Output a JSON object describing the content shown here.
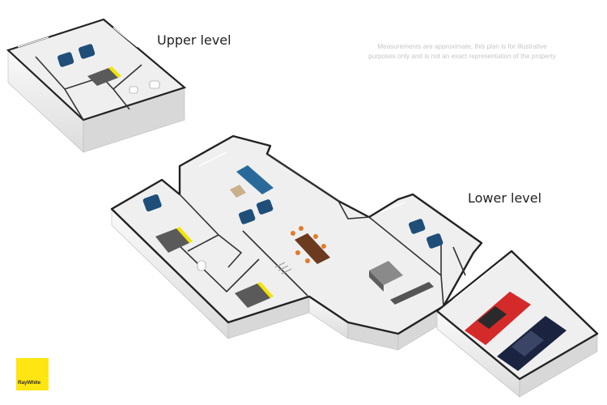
{
  "labels": {
    "upper_level": "Upper level",
    "lower_level": "Lower level"
  },
  "disclaimer": {
    "line1": "Measurements are approximate, this plan is for illustrative",
    "line2": "purposes only and is not an exact representation of the property"
  },
  "brand": {
    "name": "RayWhite",
    "color": "#ffe512"
  },
  "colors": {
    "wall": "#222222",
    "floor": "#efefef",
    "furniture_blue": "#1f4e79",
    "table_wood": "#6b3a1f",
    "chair_orange": "#e07b28",
    "car_red": "#d42a2a",
    "car_navy": "#1a2340",
    "bed_accent": "#f2e300"
  }
}
